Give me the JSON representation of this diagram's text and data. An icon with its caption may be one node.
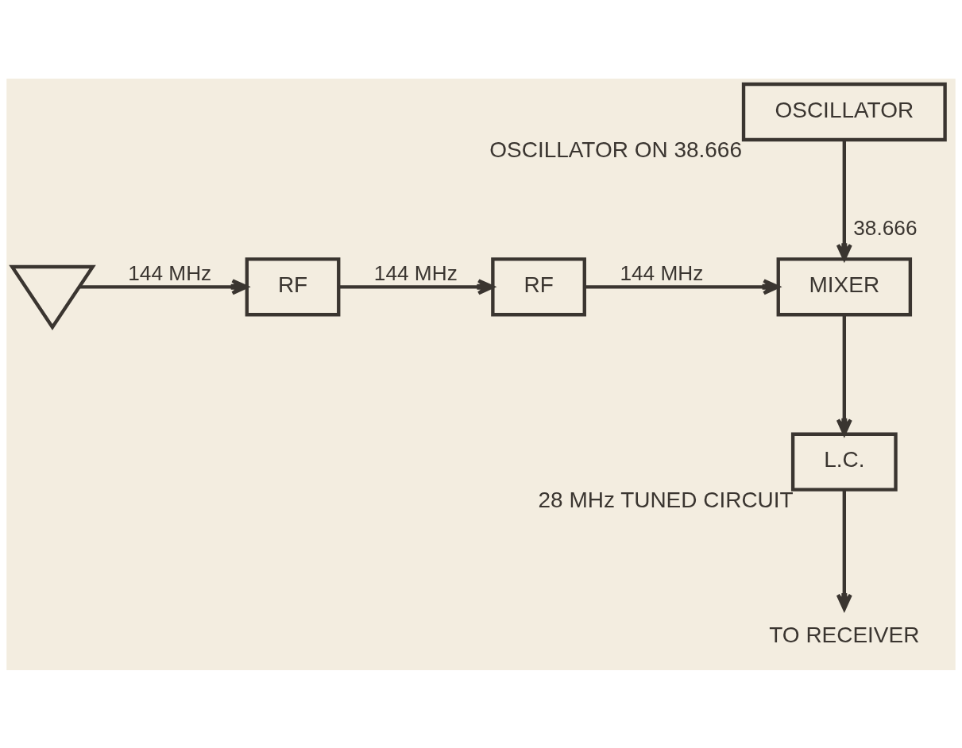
{
  "diagram": {
    "nodes": [
      {
        "text": [],
        "shape": "triangle"
      },
      {
        "text": [
          "RF"
        ]
      },
      {
        "text": [
          "RF"
        ]
      },
      {
        "text": [
          "MIXER"
        ]
      },
      {
        "text": [
          "L.C."
        ],
        "beside": [
          "28 MHz TUNED CIRCUIT"
        ]
      },
      {
        "text": [
          "OSCILLATOR"
        ],
        "beside": [
          "OSCILLATOR ON 38.666"
        ]
      },
      {
        "text": [
          "TO RECEIVER"
        ]
      }
    ],
    "edges": [
      {
        "from": 0,
        "to": 1,
        "arrow": "to",
        "label": "144 MHz"
      },
      {
        "from": 1,
        "to": 2,
        "arrow": "to",
        "label": "144 MHz"
      },
      {
        "from": 2,
        "to": 3,
        "arrow": "to",
        "label": "144 MHz"
      },
      {
        "from": 3,
        "to": 4,
        "arrow": "to"
      },
      {
        "from": 4,
        "to": 6,
        "arrow": "to"
      },
      {
        "from": 5,
        "to": 3,
        "arrow": "to",
        "label": "38.666"
      }
    ]
  }
}
